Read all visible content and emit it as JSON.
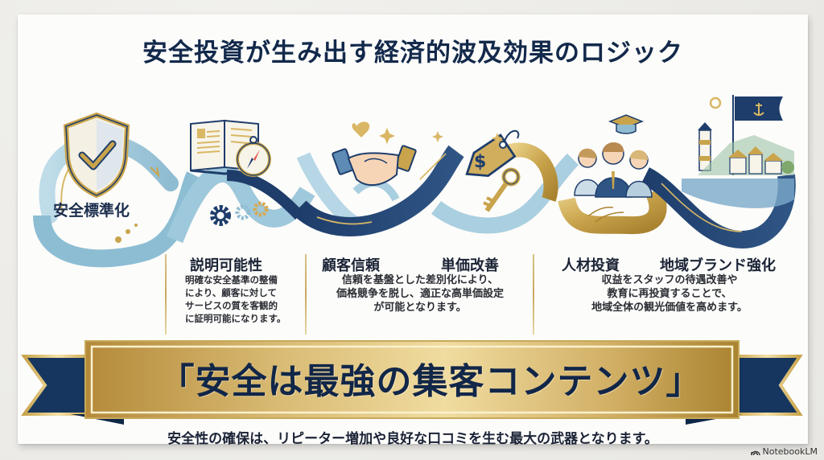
{
  "title": "安全投資が生み出す経済的波及効果のロジック",
  "steps": [
    {
      "id": "standardization",
      "label": "安全標準化",
      "icon": "shield-check-icon"
    },
    {
      "id": "accountability",
      "label": "説明可能性",
      "icon": "book-compass-icon",
      "body": [
        "明確な安全基準の整備",
        "により、顧客に対して",
        "サービスの質を客観的",
        "に証明可能になります。"
      ]
    },
    {
      "id": "trust",
      "label": "顧客信頼",
      "icon": "handshake-icon"
    },
    {
      "id": "pricing",
      "label": "単価改善",
      "icon": "price-tag-key-icon"
    },
    {
      "id": "talent",
      "label": "人材投資",
      "icon": "staff-graduation-icon"
    },
    {
      "id": "regional-brand",
      "label": "地域ブランド強化",
      "icon": "lighthouse-town-icon"
    }
  ],
  "group_trust_pricing": {
    "body": [
      "信頼を基盤とした差別化により、",
      "価格競争を脱し、適正な高単価設定",
      "が可能となります。"
    ]
  },
  "group_talent_brand": {
    "body": [
      "収益をスタッフの待遇改善や",
      "教育に再投資することで、",
      "地域全体の観光価値を高めます。"
    ]
  },
  "banner": {
    "text": "「安全は最強の集客コンテンツ」",
    "subtext": "安全性の確保は、リピーター増加や良好な口コミを生む最大の武器となります。"
  },
  "watermark": "NotebookLM",
  "colors": {
    "navy": "#13294b",
    "gold": "#c9a44c",
    "light_blue": "#a9cfe0",
    "paper": "#fcfcfa"
  }
}
